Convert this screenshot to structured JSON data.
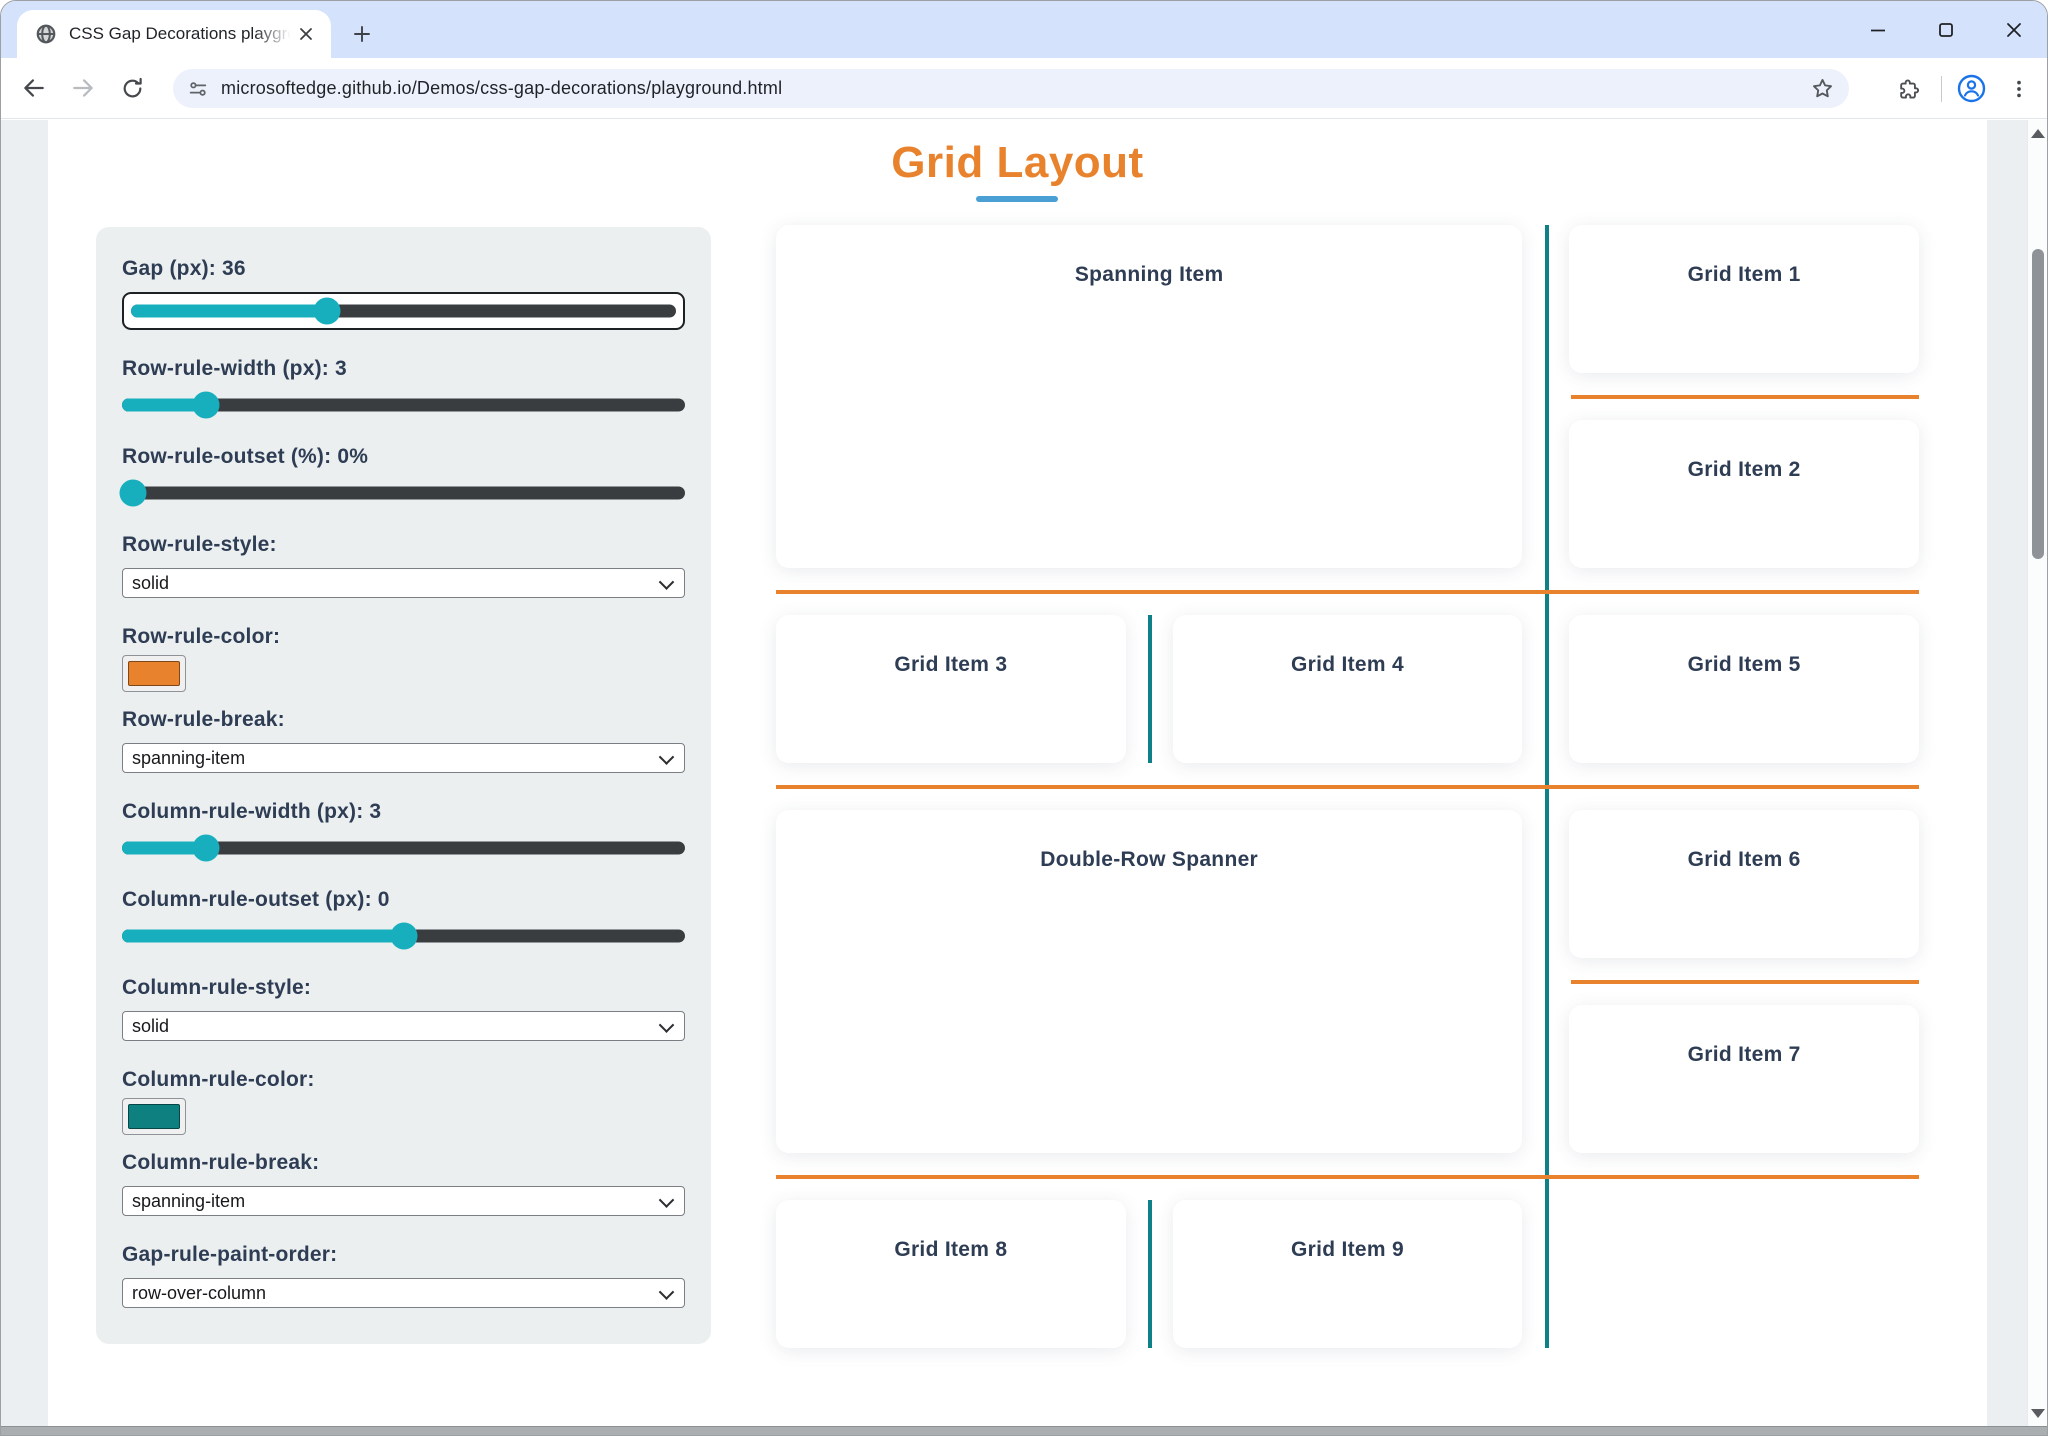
{
  "browser": {
    "tab": {
      "title": "CSS Gap Decorations playground"
    },
    "url": "microsoftedge.github.io/Demos/css-gap-decorations/playground.html",
    "icons": {
      "favicon": "globe-icon",
      "tab_close": "close-icon",
      "new_tab": "plus-icon",
      "window": [
        "minimize-icon",
        "maximize-icon",
        "close-icon"
      ],
      "nav": [
        "back-arrow-icon",
        "forward-arrow-icon",
        "reload-icon"
      ],
      "omnibox": [
        "site-info-tune-icon",
        "bookmark-star-icon"
      ],
      "right": [
        "extensions-puzzle-icon",
        "profile-avatar-icon",
        "menu-dots-icon"
      ]
    }
  },
  "page": {
    "title": "Grid Layout"
  },
  "panel": {
    "controls": [
      {
        "label": "Gap (px): 36",
        "type": "slider",
        "value": 36,
        "focused": true,
        "style": "--fill: 36%"
      },
      {
        "label": "Row-rule-width (px): 3",
        "type": "slider",
        "value": 3,
        "style": "--fill: 15%"
      },
      {
        "label": "Row-rule-outset (%): 0%",
        "type": "slider",
        "value": 0,
        "style": "--fill: 2%"
      },
      {
        "label": "Row-rule-style:",
        "type": "select",
        "value": "solid"
      },
      {
        "label": "Row-rule-color:",
        "type": "color",
        "value": "#e8822c",
        "style": "background:#e8822c"
      },
      {
        "label": "Row-rule-break:",
        "type": "select",
        "value": "spanning-item"
      },
      {
        "label": "Column-rule-width (px): 3",
        "type": "slider",
        "value": 3,
        "style": "--fill: 15%"
      },
      {
        "label": "Column-rule-outset (px): 0",
        "type": "slider",
        "value": 0,
        "style": "--fill: 50%"
      },
      {
        "label": "Column-rule-style:",
        "type": "select",
        "value": "solid"
      },
      {
        "label": "Column-rule-color:",
        "type": "color",
        "value": "#0e8080",
        "style": "background:#0e8080"
      },
      {
        "label": "Column-rule-break:",
        "type": "select",
        "value": "spanning-item"
      },
      {
        "label": "Gap-rule-paint-order:",
        "type": "select",
        "value": "row-over-column"
      }
    ]
  },
  "grid": {
    "items": [
      {
        "label": "Spanning Item"
      },
      {
        "label": "Grid Item 1"
      },
      {
        "label": "Grid Item 2"
      },
      {
        "label": "Grid Item 3"
      },
      {
        "label": "Grid Item 4"
      },
      {
        "label": "Grid Item 5"
      },
      {
        "label": "Double-Row Spanner"
      },
      {
        "label": "Grid Item 6"
      },
      {
        "label": "Grid Item 7"
      },
      {
        "label": "Grid Item 8"
      },
      {
        "label": "Grid Item 9"
      }
    ]
  },
  "colors": {
    "accent-orange": "#e8822c",
    "title-underline": "#4aa0d5",
    "rule-row": "#e8822c",
    "rule-column": "#0e8088",
    "slider-accent": "#17afbe",
    "label-navy": "#2e3d54"
  }
}
